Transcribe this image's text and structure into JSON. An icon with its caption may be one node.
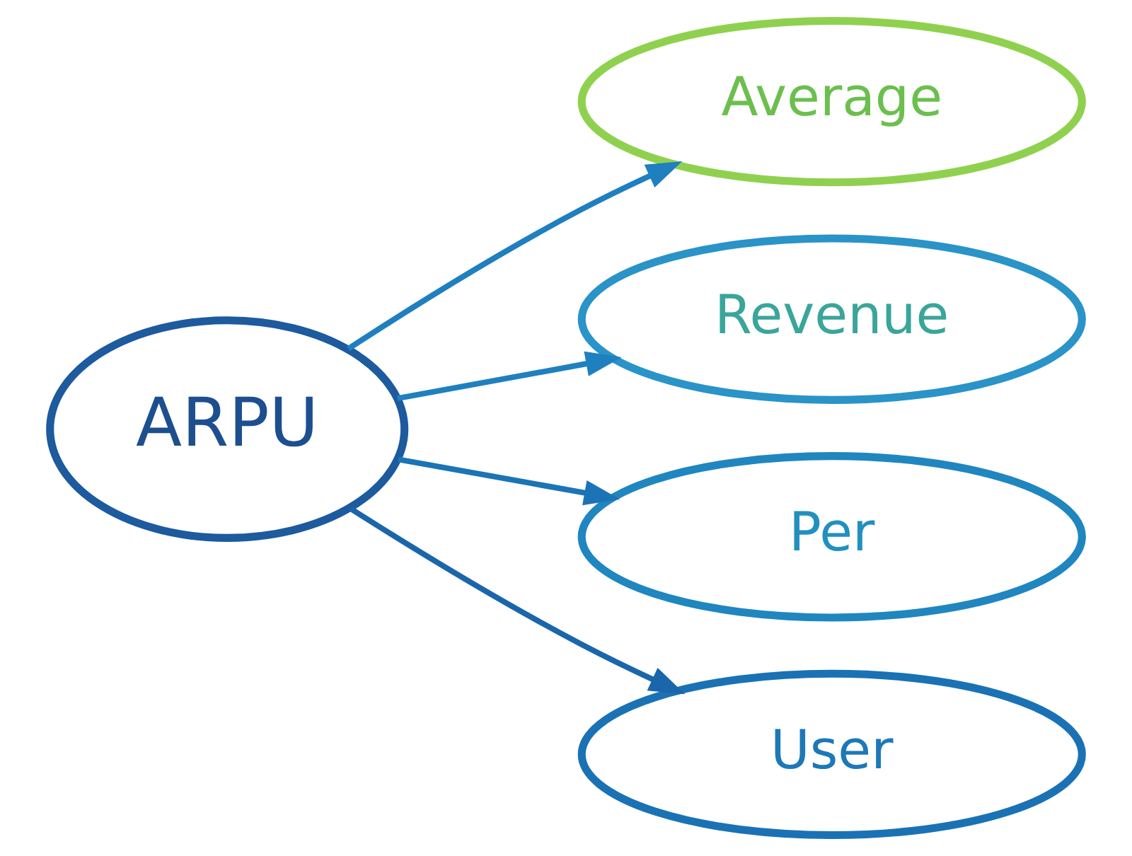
{
  "diagram": {
    "nodes": [
      {
        "text": [
          "ARPU"
        ]
      },
      {
        "text": [
          "Average"
        ]
      },
      {
        "text": [
          "Revenue"
        ]
      },
      {
        "text": [
          "Per"
        ]
      },
      {
        "text": [
          "User"
        ]
      }
    ],
    "edges": [
      {
        "from": 0,
        "to": 1,
        "arrow": "to"
      },
      {
        "from": 0,
        "to": 2,
        "arrow": "to"
      },
      {
        "from": 0,
        "to": 3,
        "arrow": "to"
      },
      {
        "from": 0,
        "to": 4,
        "arrow": "to"
      }
    ]
  }
}
